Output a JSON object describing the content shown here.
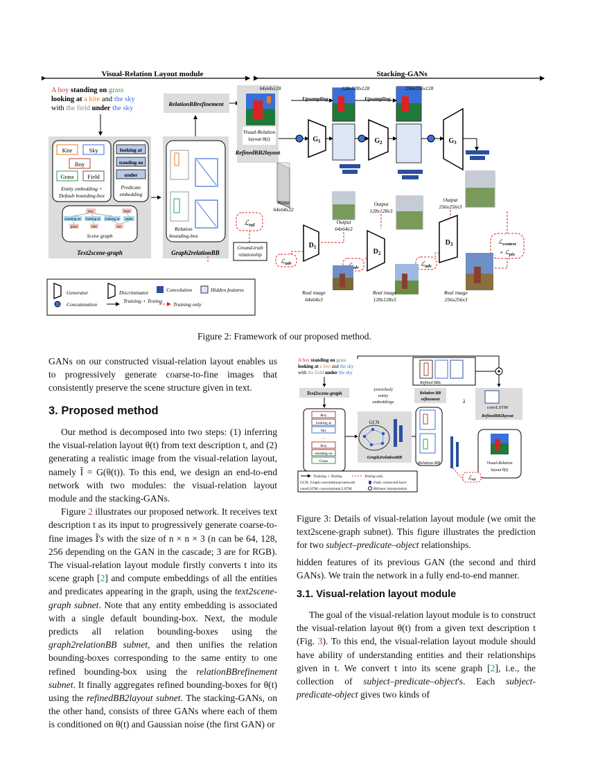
{
  "figure2": {
    "header_left": "Visual-Relation Layout module",
    "header_right": "Stacking-GANs",
    "sentence": {
      "w1": "A boy",
      "w2": "standing on",
      "w3": "grass",
      "w4": "looking at",
      "w5": "a kite",
      "w6": "and",
      "w7": "the sky",
      "w8": "with",
      "w9": "the field",
      "w10": "under",
      "w11": "the sky"
    },
    "entity_labels": [
      "Kite",
      "Sky",
      "Boy",
      "Grass",
      "Field"
    ],
    "predicate_labels": [
      "looking at",
      "standing on",
      "under"
    ],
    "entity_caption": "Entity embedding + Default bounding-box",
    "predicate_caption": "Predicate embedding",
    "scene_graph_caption": "Scene graph",
    "sg_nodes": [
      "boy",
      "field",
      "standing on",
      "looking at",
      "looking at",
      "under",
      "grass",
      "kite",
      "sky"
    ],
    "text2scene_label": "Text2scene-graph",
    "graph2relation_label": "Graph2relationBB",
    "relation_bb_caption": "Relation bounding-box",
    "relationbb_refinement": "RelationBBrefinement",
    "refined_label": "RefinedBB2layout",
    "layout_size": "64x64x128",
    "layout_caption": "Visual-Relation layout θ(t)",
    "noise_caption": "Noise 64x64x32",
    "gt_caption": "Ground-truth relationship",
    "upsampling1": "Upsampling",
    "upsampling2": "Upsampling",
    "size128": "128x128x128",
    "size256": "256x256x128",
    "generators": [
      "G1",
      "G2",
      "G3"
    ],
    "discriminators": [
      "D1",
      "D2",
      "D3"
    ],
    "outputs": [
      "Output 64x64x3",
      "Output 128x128x3",
      "Output 256x256x3"
    ],
    "reals": [
      "Real image 64x64x3",
      "Real image 128x128x3",
      "Real image 256x256x3"
    ],
    "loss_rel": "ℒrel",
    "loss_adv": "ℒadv",
    "loss_ctx1": "ℒcontext",
    "loss_ctx2": "+ ℒpix",
    "legend": {
      "generator": "Generator",
      "discriminator": "Discriminator",
      "convolution": "Convolution",
      "hidden": "Hidden features",
      "concatenation": "Concatenation",
      "train_test": "Training + Testing",
      "train_only": "Training only"
    },
    "caption": "Figure 2: Framework of our proposed method."
  },
  "figure3": {
    "sentence": "A boy standing on grass looking at a kite and the sky with the field under the sky",
    "text2scene": "Text2scene-graph",
    "enriched": "(enriched) entity embeddings",
    "gcn": "GCN",
    "graph2rel": "Graph2relationBB",
    "relation_bb": "Relation-BB",
    "relation_ref": "Relation BB refinement",
    "refined_bbs": "Refined-BBs",
    "lambda": "λ",
    "convlstm": "convLSTM",
    "refined2layout": "RefinedBB2layout",
    "vr_layout": "Visual-Relation layout θ(t)",
    "lrel": "ℒrel",
    "sg_items": [
      "Boy",
      "looking at",
      "Sky",
      "…",
      "Boy",
      "standing on",
      "Grass"
    ],
    "legend_train_test": "Training + Testing",
    "legend_train_only": "Testing only",
    "legend_gcn": "GCN: Graph convolutional network",
    "legend_fc": "Fully connected layer",
    "legend_convlstm": "convLSTM: convolutional LSTM",
    "legend_bilinear": "Bilinear interpolation",
    "caption_a": "Figure 3: Details of visual-relation layout module (we omit the text2scene-graph subnet). This figure illustrates the prediction for two ",
    "caption_em": "subject–predicate–object",
    "caption_b": " relationships."
  },
  "left_col": {
    "p0": "GANs on our constructed visual-relation layout enables us to progressively generate coarse-to-fine images that consistently preserve the scene structure given in text.",
    "section_title": "3. Proposed method",
    "p1": "Our method is decomposed into two steps: (1) inferring the visual-relation layout θ(t) from text description t, and (2) generating a realistic image from the visual-relation layout, namely Î = G(θ(t)). To this end, we design an end-to-end network with two modules: the visual-relation layout module and the stacking-GANs.",
    "p2a": "Figure ",
    "p2ref": "2",
    "p2b": " illustrates our proposed network. It receives text description t as its input to progressively generate coarse-to-fine images Î's with the size of n × n × 3 (n can be 64, 128, 256 depending on the GAN in the cascade; 3 are for RGB). The visual-relation layout module firstly converts t into its scene graph [",
    "p2ref2": "2",
    "p2c": "] and compute embeddings of all the entities and predicates appearing in the graph, using the ",
    "p2em1": "text2scene-graph subnet",
    "p2d": ". Note that any entity embedding is associated with a single default bounding-box. Next, the module predicts all relation bounding-boxes using the ",
    "p2em2": "graph2relationBB subnet",
    "p2e": ", and then unifies the relation bounding-boxes corresponding to the same entity to one refined bounding-box using the ",
    "p2em3": "relationBBrefinement subnet",
    "p2f": ". It finally aggregates refined bounding-boxes for θ(t) using the ",
    "p2em4": "refinedBB2layout subnet",
    "p2g": ". The stacking-GANs, on the other hand, consists of three GANs where each of them is conditioned on θ(t) and Gaussian noise (the first GAN) or"
  },
  "right_col": {
    "p0": "hidden features of its previous GAN (the second and third GANs). We train the network in a fully end-to-end manner.",
    "subsection_title": "3.1. Visual-relation layout module",
    "p1a": "The goal of the visual-relation layout module is to construct the visual-relation layout θ(t) from a given text description t (Fig. ",
    "p1ref": "3",
    "p1b": "). To this end, the visual-relation layout module should have ability of understanding entities and their relationships given in t. We convert t into its scene graph [",
    "p1ref2": "2",
    "p1c": "], i.e., the collection of ",
    "p1em1": "subject–predicate–object",
    "p1d": "'s. Each ",
    "p1em2": "subject-predicate-object",
    "p1e": " gives two kinds of"
  }
}
